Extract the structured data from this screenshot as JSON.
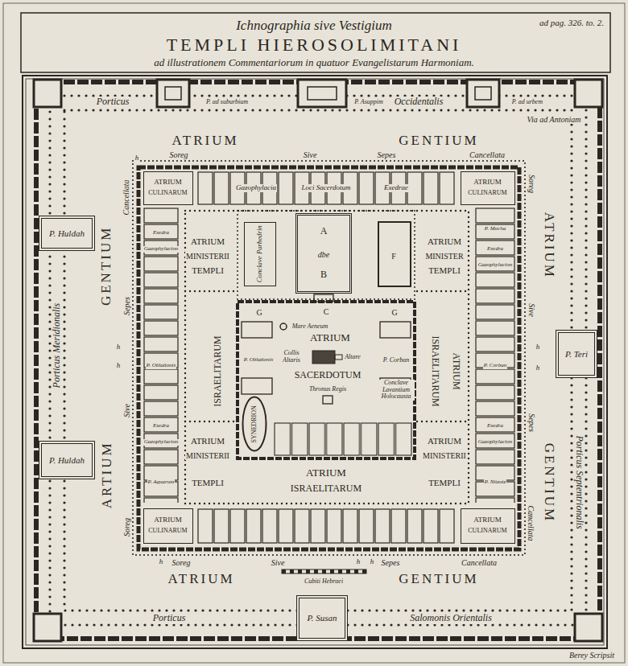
{
  "diagram": {
    "title": "TEMPLI HIEROSOLIMITANI",
    "nodes": [
      {
        "text": [
          "Porticus",
          "Occidentalis",
          "Porticus Meridionalis",
          "Porticus Septentrionalis",
          "Porticus",
          "Salomonis Orientalis"
        ]
      },
      {
        "text": [
          "ATRIUM",
          "CULINARUM"
        ],
        "in": 0
      },
      {
        "text": [
          "ATRIUM",
          "CULINARUM"
        ],
        "in": 0
      },
      {
        "text": [
          "P. Huldah"
        ],
        "in": 0
      },
      {
        "text": [
          "Conclave Parhedrin"
        ],
        "in": 0
      },
      {
        "text": [
          "A",
          "dbe",
          "B"
        ],
        "in": 0
      },
      {
        "text": [
          "P. Teri"
        ],
        "in": 0
      },
      {
        "text": [
          "ATRIUM",
          "Mare Aeneum",
          "Collis Altaris",
          "Altare",
          "SACERDOTUM",
          "Thronus Regis"
        ],
        "in": 0
      },
      {
        "text": [
          "SYNEDRION"
        ],
        "in": 0
      },
      {
        "text": [
          "P. Huldah"
        ],
        "in": 0
      },
      {
        "text": [
          "ATRIUM",
          "CULINARUM"
        ],
        "in": 0
      },
      {
        "text": [
          "ATRIUM",
          "CULINARUM"
        ],
        "in": 0
      },
      {
        "text": [
          "P. Susan"
        ],
        "in": 0
      }
    ],
    "labels": [
      "Ichnographia sive Vestigium",
      "ad pag. 326. to. 2.",
      "ad illustrationem Commentariorum in quatuor Evangelistarum Harmoniam.",
      "Berey Scripsit",
      "P. ad suburbium",
      "P. Asuppim",
      "P. ad urbem",
      "Via ad Antoniam",
      "ATRIUM",
      "GENTIUM",
      "GENTIUM",
      "ARTIUM",
      "ATRIUM",
      "GENTIUM",
      "ATRIUM",
      "GENTIUM",
      "Soreg",
      "Sive",
      "Sepes",
      "Cancellata",
      "Cancellata",
      "Sepes",
      "Sive",
      "Soreg",
      "Soreg",
      "Sive",
      "Sepes",
      "Cancellata",
      "Soreg",
      "Sive",
      "Sepes",
      "Cancellata",
      "h",
      "h",
      "h",
      "h",
      "h",
      "h",
      "h",
      "h",
      "Gazophylacia",
      "Loci Sacerdotum",
      "Exedrae",
      "ATRIUM",
      "MINISTERII",
      "TEMPLI",
      "ISRAELITARUM",
      "ATRIUM",
      "MINISTERII",
      "TEMPLI",
      "ATRIUM",
      "MINISTER",
      "TEMPLI",
      "ISRAELITARUM",
      "ATRIUM",
      "ATRIUM",
      "MINISTERII",
      "TEMPLI",
      "ATRIUM",
      "ISRAELITARUM",
      "Exedra",
      "Gazophylacion",
      "P. Oblationis",
      "Exedra",
      "Gazophylacion",
      "P. Aquarum",
      "P. Mocha",
      "Exedra",
      "Gazophylacion",
      "P. Corban",
      "Exedra",
      "Gazophylacion",
      "P. Nitzotz",
      "P. Oblationis",
      "P. Corban",
      "Conclave Lavantium Holocausta",
      "G",
      "C",
      "G",
      "F",
      "Cubiti Hebraei"
    ]
  }
}
